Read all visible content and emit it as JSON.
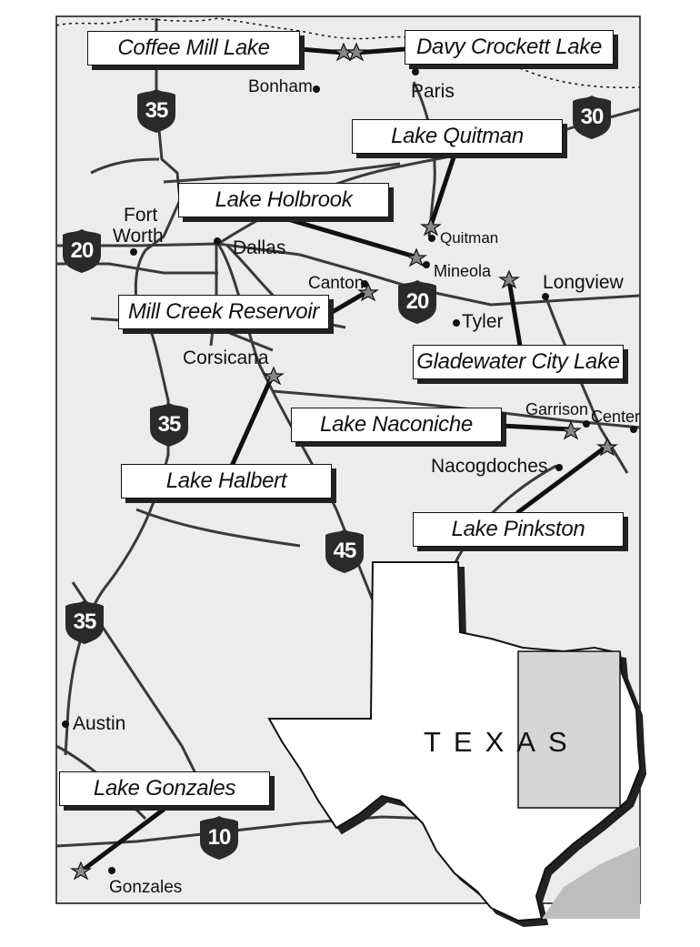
{
  "map": {
    "lakes": [
      {
        "key": "coffee_mill",
        "label": "Coffee Mill Lake"
      },
      {
        "key": "davy_crockett",
        "label": "Davy Crockett Lake"
      },
      {
        "key": "quitman",
        "label": "Lake Quitman"
      },
      {
        "key": "holbrook",
        "label": "Lake Holbrook"
      },
      {
        "key": "mill_creek",
        "label": "Mill Creek Reservoir"
      },
      {
        "key": "gladewater",
        "label": "Gladewater City Lake"
      },
      {
        "key": "naconiche",
        "label": "Lake Naconiche"
      },
      {
        "key": "halbert",
        "label": "Lake Halbert"
      },
      {
        "key": "pinkston",
        "label": "Lake Pinkston"
      },
      {
        "key": "gonzales",
        "label": "Lake Gonzales"
      }
    ],
    "cities": {
      "bonham": "Bonham",
      "paris": "Paris",
      "fort": "Fort",
      "worth": "Worth",
      "dallas": "Dallas",
      "quitman": "Quitman",
      "mineola": "Mineola",
      "canton": "Canton",
      "longview": "Longview",
      "tyler": "Tyler",
      "corsicana": "Corsicana",
      "garrison": "Garrison",
      "center": "Center",
      "nacogdoches": "Nacogdoches",
      "austin": "Austin",
      "gonzales": "Gonzales"
    },
    "interstates": {
      "i35_north": "35",
      "i30": "30",
      "i20_west": "20",
      "i20_east": "20",
      "i35_mid": "35",
      "i45": "45",
      "i35_south": "35",
      "i10": "10"
    },
    "inset": {
      "state_name": "TEXAS"
    },
    "colors": {
      "land": "#ececec",
      "highlight_region": "#d6d6d6",
      "gulf": "#bdbdbd",
      "road": "#3a3a3a",
      "star": "#888888",
      "shield": "#2a2a2a"
    }
  }
}
